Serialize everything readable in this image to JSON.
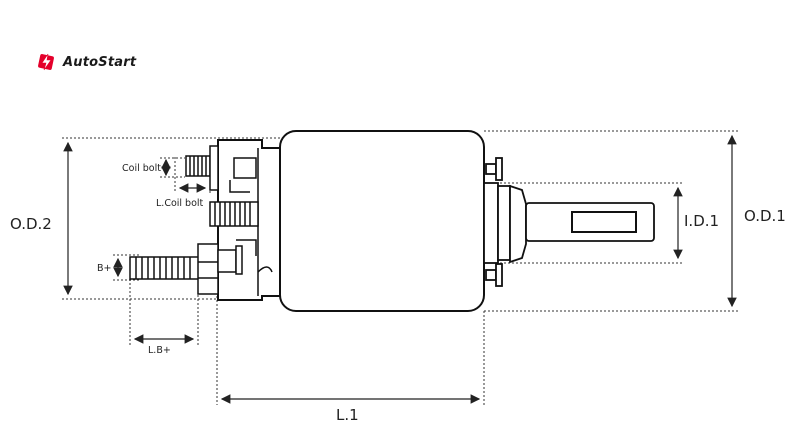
{
  "brand": {
    "name": "AutoStart",
    "icon": "autostart-bolt-icon",
    "accent": "#e4002b"
  },
  "labels": {
    "od1": "O.D.1",
    "od2": "O.D.2",
    "id1": "I.D.1",
    "l1": "L.1",
    "coil_bolt": "Coil bolt",
    "l_coil_bolt": "L.Coil bolt",
    "b_plus": "B+",
    "l_b_plus": "L.B+"
  }
}
